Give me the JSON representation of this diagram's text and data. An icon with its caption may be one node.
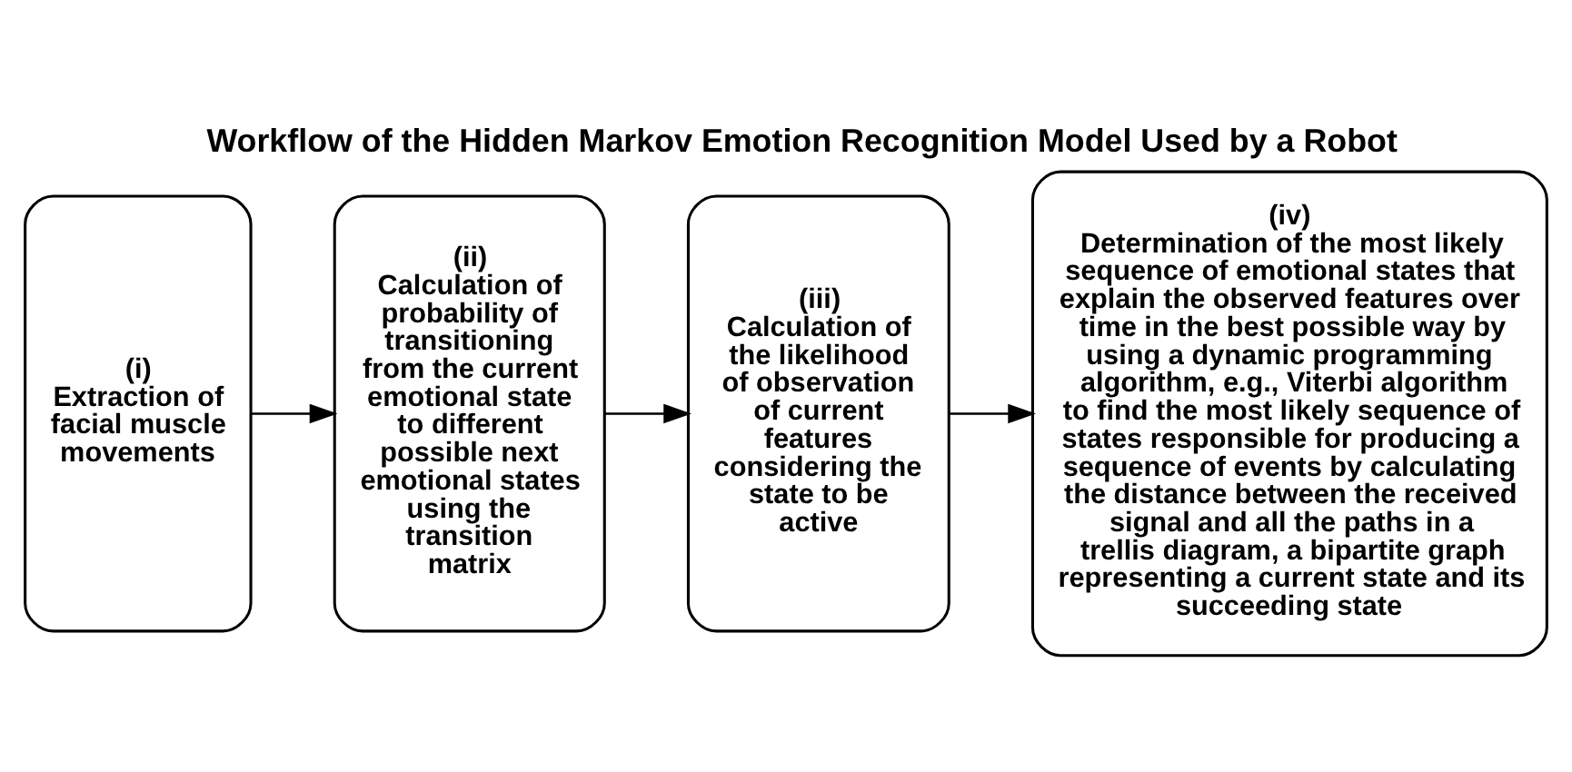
{
  "diagram": {
    "title": "Workflow of the Hidden Markov Emotion Recognition Model Used by a Robot",
    "nodes": [
      {
        "text": [
          "(i)",
          "Extraction of facial muscle movements"
        ]
      },
      {
        "text": [
          "(ii)",
          "Calculation of probability of transitioning from the current emotional state to different possible next emotional states using the transition matrix"
        ]
      },
      {
        "text": [
          "(iii)",
          "Calculation of the likelihood of observation of current features considering the state to be active"
        ]
      },
      {
        "text": [
          "(iv)",
          "Determination of the most likely sequence of emotional states that explain the observed features over time in the best possible way by using a dynamic programming algorithm, e.g., Viterbi algorithm to find the most likely sequence of states responsible for producing a sequence of events by calculating the distance between the received signal and all the paths in a trellis diagram, a bipartite graph representing a current state and its succeeding state"
        ]
      }
    ],
    "edges": [
      {
        "from": 0,
        "to": 1,
        "arrow": "to"
      },
      {
        "from": 1,
        "to": 2,
        "arrow": "to"
      },
      {
        "from": 2,
        "to": 3,
        "arrow": "to"
      }
    ]
  }
}
